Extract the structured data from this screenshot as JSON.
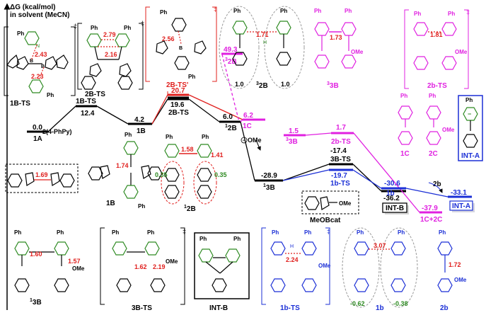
{
  "axis": {
    "label_line1": "ΔG (kcal/mol)",
    "label_line2": "in solvent (MeCN)"
  },
  "colors": {
    "black": "#000000",
    "red": "#e0201e",
    "magenta": "#e020e0",
    "blue": "#1b2fd6",
    "green": "#2e8a22",
    "pink": "#e6358a"
  },
  "levels": {
    "L1A": {
      "energy": "0.0",
      "label": "1A",
      "sub": "2(4-PhPy)"
    },
    "L1BTS": {
      "energy": "12.4",
      "label": "1B-TS"
    },
    "L1B": {
      "energy": "4.2",
      "label": "1B"
    },
    "L2BTSp": {
      "energy": "20.7",
      "label": "2B-TS'"
    },
    "L2BTS": {
      "energy": "19.6",
      "label": "2B-TS"
    },
    "L2B1": {
      "energy": "6.0",
      "label": "12B",
      "label_sup": "1",
      "label_main": "2B"
    },
    "L1C": {
      "energy": "6.2",
      "label": "1C"
    },
    "L32B": {
      "energy": "49.3",
      "label_sup": "3",
      "label_main": "2B"
    },
    "L33B": {
      "energy": "1.5",
      "label_sup": "3",
      "label_main": "3B"
    },
    "L2bTS": {
      "energy": "1.7",
      "label": "2b-TS"
    },
    "L13B": {
      "energy": "-28.9",
      "label_sup": "1",
      "label_main": "3B"
    },
    "L3BTS": {
      "energy": "-17.4",
      "label": "3B-TS"
    },
    "L1bTS": {
      "energy": "-19.7",
      "label": "1b-TS"
    },
    "L1b": {
      "energy": "-30.6",
      "label": "1b"
    },
    "LINTB": {
      "energy": "-36.2",
      "label": "INT-B"
    },
    "L1C2C": {
      "energy": "-37.9",
      "label": "1C+2C"
    },
    "LINTA": {
      "energy": "-33.1",
      "label": "INT-A"
    },
    "L2bEnd": {
      "label": "2b"
    }
  },
  "reagent": {
    "label": "OMe",
    "circle": "⊖"
  },
  "structures": {
    "s1BTS": {
      "label": "1B-TS",
      "d1": "2.43",
      "d2": "2.23",
      "dag": "‡"
    },
    "s2BTS": {
      "label": "2B-TS",
      "d1": "2.79",
      "d2": "2.16",
      "dag": "‡"
    },
    "s2BTSp": {
      "d1": "2.56",
      "dag": "‡"
    },
    "s12Ba": {
      "d1": "1.71",
      "q1": "1.0",
      "q2": "1.0",
      "lab_sup": "3",
      "lab_main": "2B"
    },
    "s33B": {
      "d1": "1.73",
      "lab_sup": "3",
      "lab_main": "3B"
    },
    "s2bTS": {
      "d1": "1.81",
      "label": "2b-TS",
      "dag": "‡"
    },
    "sINTA": {
      "label": "INT-A"
    },
    "s1C2C": {
      "l1": "1C",
      "l2": "2C"
    },
    "sB2cat": {
      "d1": "1.69"
    },
    "s1B": {
      "d1": "1.74",
      "label": "1B"
    },
    "s12B": {
      "d1": "1.58",
      "d2": "1.41",
      "q1": "0.35",
      "q2": "0.35",
      "lab_sup": "1",
      "lab_main": "2B"
    },
    "sMeOBcat": {
      "label": "MeOBcat"
    },
    "b13B": {
      "d1": "1.60",
      "d2": "1.57",
      "lab_sup": "1",
      "lab_main": "3B"
    },
    "b3BTS": {
      "d1": "1.62",
      "d2": "2.19",
      "label": "3B-TS",
      "dag": "‡"
    },
    "bINTB": {
      "label": "INT-B"
    },
    "b1bTS": {
      "d1": "2.24",
      "label": "1b-TS",
      "dag": "‡"
    },
    "b1b": {
      "d1": "3.07",
      "q1": "-0.62",
      "q2": "-0.38",
      "label": "1b"
    },
    "b2b": {
      "d1": "1.72",
      "label": "2b"
    }
  },
  "atoms": {
    "Ph": "Ph",
    "N": "N",
    "B": "B",
    "O": "O",
    "H": "H",
    "OMe": "OMe",
    "plus": "+",
    "minus": "−",
    "radical": "·"
  }
}
